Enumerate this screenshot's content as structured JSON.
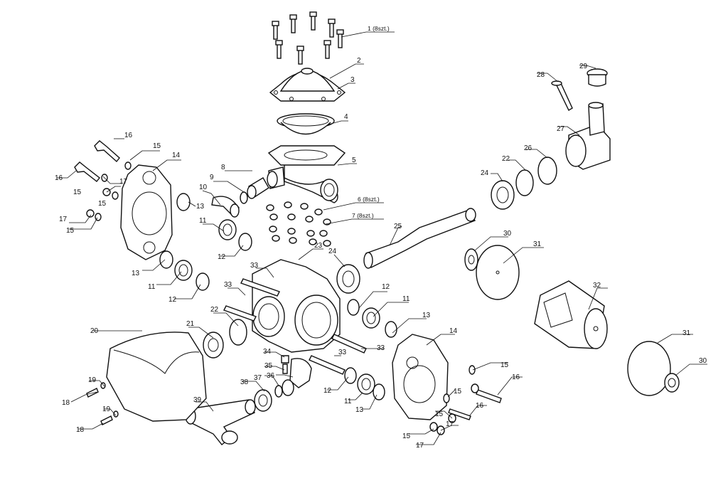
{
  "diagram": {
    "callouts": {
      "c1": "1 (8szt.)",
      "c2": "2",
      "c3": "3",
      "c4": "4",
      "c5": "5",
      "c6": "6 (8szt.)",
      "c7": "7 (8szt.)",
      "c8": "8",
      "c9": "9",
      "c10": "10",
      "c11": "11",
      "c12": "12",
      "c13": "13",
      "c14": "14",
      "c15": "15",
      "c16": "16",
      "c17": "17",
      "c18": "18",
      "c19": "19",
      "c20": "20",
      "c21": "21",
      "c22": "22",
      "c23": "23",
      "c24": "24",
      "c25": "25",
      "c26": "26",
      "c27": "27",
      "c28": "28",
      "c29": "29",
      "c30": "30",
      "c31": "31",
      "c32": "32",
      "c33": "33",
      "c34": "34",
      "c35": "35",
      "c36": "36",
      "c37": "37",
      "c38": "38",
      "c39": "39"
    }
  }
}
